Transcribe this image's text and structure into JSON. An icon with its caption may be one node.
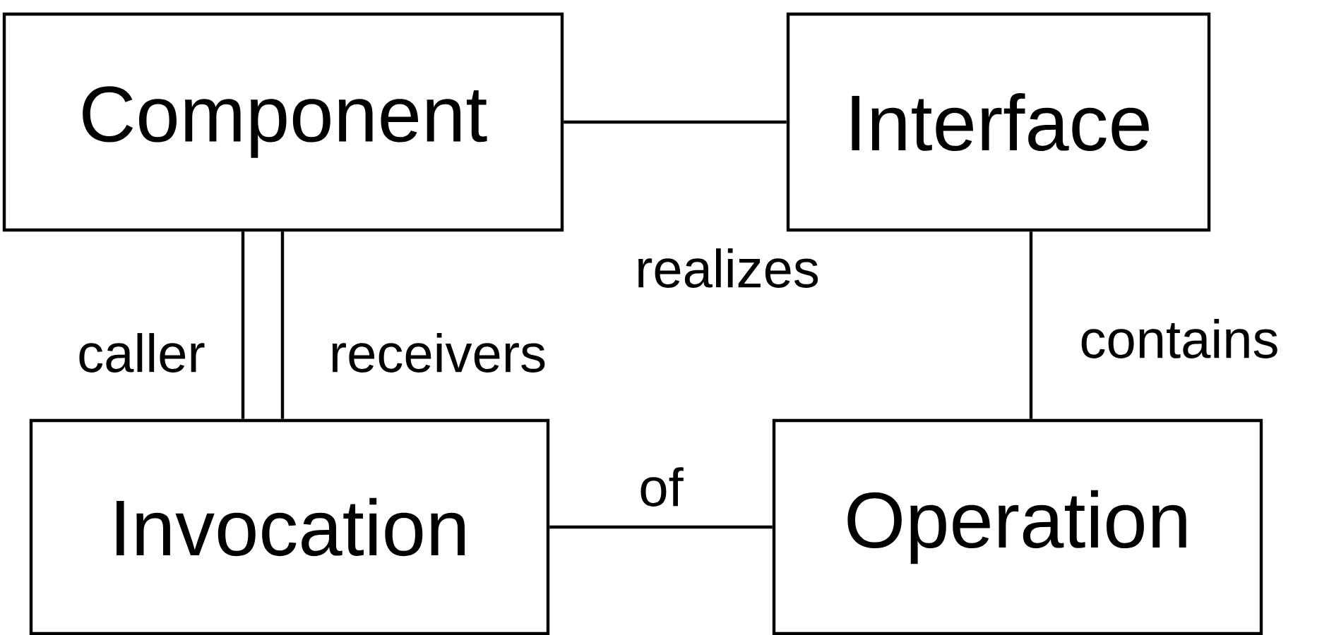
{
  "diagram": {
    "nodes": [
      {
        "text": [
          "Component"
        ]
      },
      {
        "text": [
          "Interface"
        ]
      },
      {
        "text": [
          "Invocation"
        ]
      },
      {
        "text": [
          "Operation"
        ]
      }
    ],
    "edges": [
      {
        "from": 0,
        "to": 1,
        "arrow": "none",
        "label": "realizes"
      },
      {
        "from": 0,
        "to": 2,
        "arrow": "none",
        "label": "caller"
      },
      {
        "from": 0,
        "to": 2,
        "arrow": "none",
        "label": "receivers"
      },
      {
        "from": 1,
        "to": 3,
        "arrow": "none",
        "label": "contains"
      },
      {
        "from": 2,
        "to": 3,
        "arrow": "none",
        "label": "of"
      }
    ]
  }
}
